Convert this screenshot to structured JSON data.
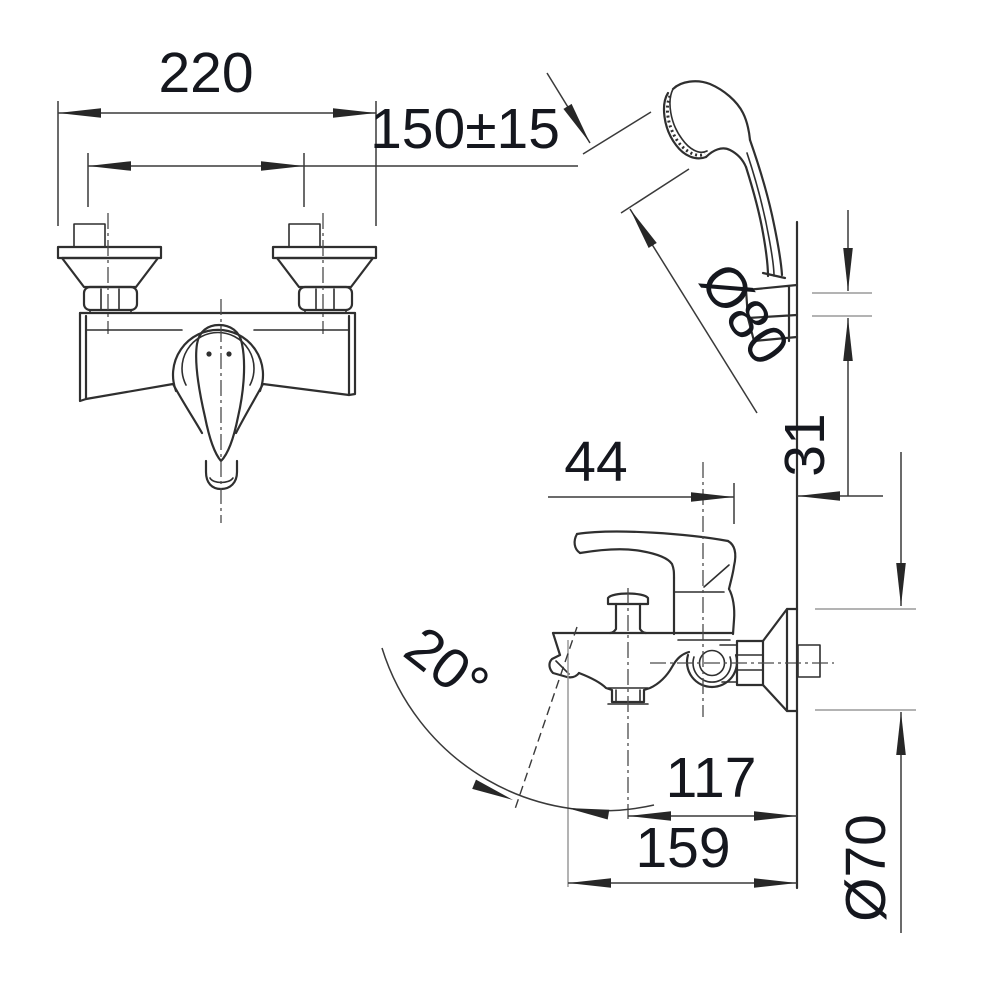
{
  "drawing": {
    "dimensions": {
      "overall_width": "220",
      "inlet_spacing": "150±15",
      "hand_shower_head_diameter": "Ø80",
      "holder_height": "31",
      "wall_offset": "44",
      "spout_angle": "20°",
      "spout_reach": "117",
      "overall_depth": "159",
      "flange_diameter": "Ø70"
    },
    "colors": {
      "background": "#ffffff",
      "outline": "#2f2f2f",
      "dimension_lines": "#3a3a3a",
      "light_lines": "#9a9a9a",
      "label_text": "#15171e"
    }
  }
}
